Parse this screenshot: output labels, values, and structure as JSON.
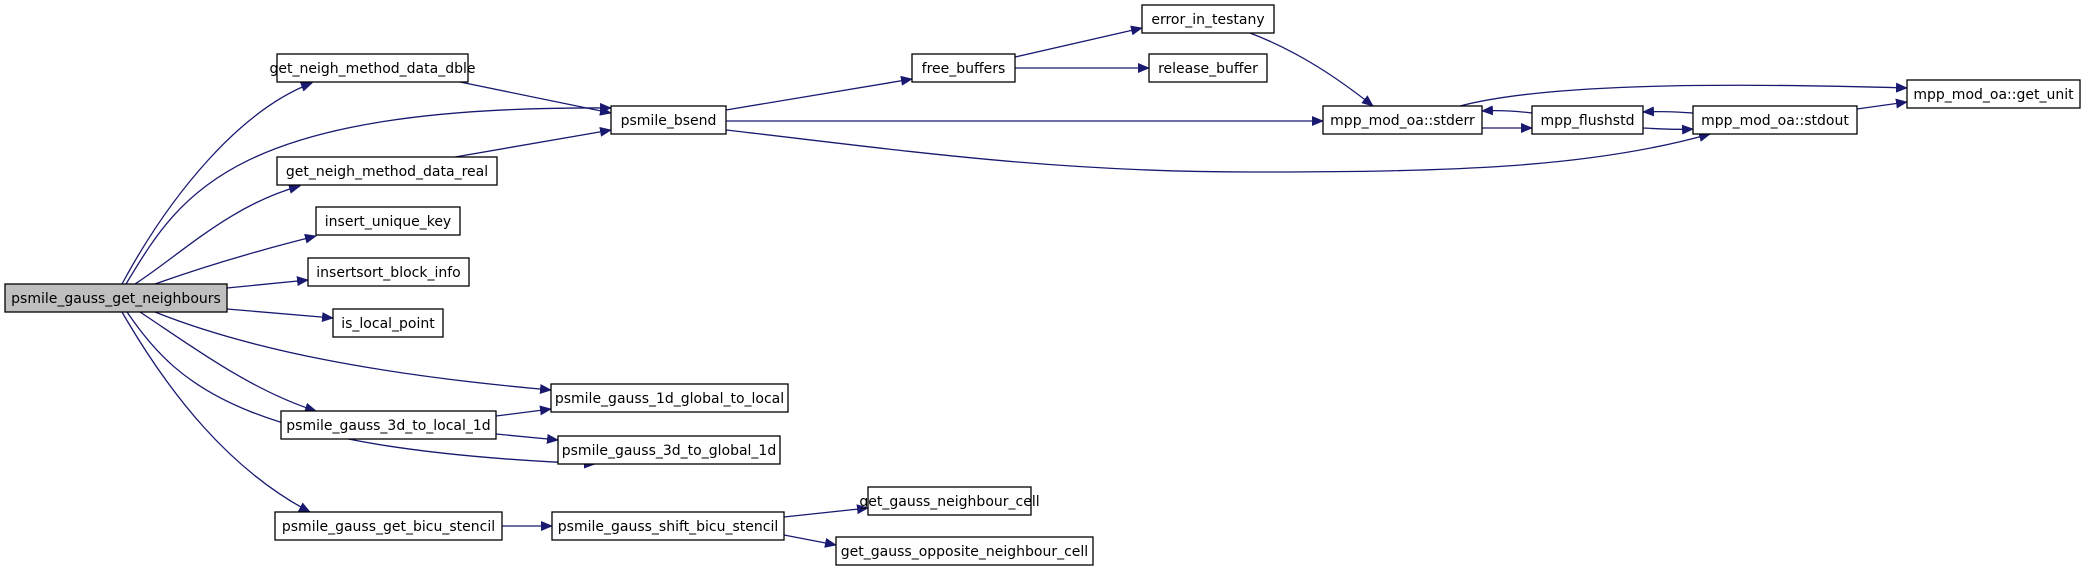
{
  "graph": {
    "title": "",
    "root": "psmile_gauss_get_neighbours",
    "edge_color": "#191970",
    "root_fill": "#bfbfbf",
    "nodes": [
      {
        "id": "n0",
        "label": "psmile_gauss_get_neighbours"
      },
      {
        "id": "n1",
        "label": "get_neigh_method_data_dble"
      },
      {
        "id": "n2",
        "label": "psmile_bsend"
      },
      {
        "id": "n3",
        "label": "get_neigh_method_data_real"
      },
      {
        "id": "n4",
        "label": "insert_unique_key"
      },
      {
        "id": "n5",
        "label": "insertsort_block_info"
      },
      {
        "id": "n6",
        "label": "is_local_point"
      },
      {
        "id": "n7",
        "label": "psmile_gauss_1d_global_to_local"
      },
      {
        "id": "n8",
        "label": "psmile_gauss_3d_to_local_1d"
      },
      {
        "id": "n9",
        "label": "psmile_gauss_3d_to_global_1d"
      },
      {
        "id": "n10",
        "label": "psmile_gauss_get_bicu_stencil"
      },
      {
        "id": "n11",
        "label": "psmile_gauss_shift_bicu_stencil"
      },
      {
        "id": "n12",
        "label": "get_gauss_neighbour_cell"
      },
      {
        "id": "n13",
        "label": "get_gauss_opposite_neighbour_cell"
      },
      {
        "id": "n14",
        "label": "free_buffers"
      },
      {
        "id": "n15",
        "label": "error_in_testany"
      },
      {
        "id": "n16",
        "label": "release_buffer"
      },
      {
        "id": "n17",
        "label": "mpp_mod_oa::stderr"
      },
      {
        "id": "n18",
        "label": "mpp_flushstd"
      },
      {
        "id": "n19",
        "label": "mpp_mod_oa::stdout"
      },
      {
        "id": "n20",
        "label": "mpp_mod_oa::get_unit"
      }
    ],
    "edges": [
      {
        "from": "n0",
        "to": "n1"
      },
      {
        "from": "n0",
        "to": "n2"
      },
      {
        "from": "n0",
        "to": "n3"
      },
      {
        "from": "n0",
        "to": "n4"
      },
      {
        "from": "n0",
        "to": "n5"
      },
      {
        "from": "n0",
        "to": "n6"
      },
      {
        "from": "n0",
        "to": "n7"
      },
      {
        "from": "n0",
        "to": "n8"
      },
      {
        "from": "n0",
        "to": "n9"
      },
      {
        "from": "n0",
        "to": "n10"
      },
      {
        "from": "n1",
        "to": "n2"
      },
      {
        "from": "n3",
        "to": "n2"
      },
      {
        "from": "n2",
        "to": "n14"
      },
      {
        "from": "n2",
        "to": "n17"
      },
      {
        "from": "n2",
        "to": "n19"
      },
      {
        "from": "n14",
        "to": "n15"
      },
      {
        "from": "n14",
        "to": "n16"
      },
      {
        "from": "n15",
        "to": "n17"
      },
      {
        "from": "n17",
        "to": "n18"
      },
      {
        "from": "n17",
        "to": "n20"
      },
      {
        "from": "n18",
        "to": "n17"
      },
      {
        "from": "n18",
        "to": "n19"
      },
      {
        "from": "n19",
        "to": "n18"
      },
      {
        "from": "n19",
        "to": "n20"
      },
      {
        "from": "n8",
        "to": "n7"
      },
      {
        "from": "n8",
        "to": "n9"
      },
      {
        "from": "n10",
        "to": "n11"
      },
      {
        "from": "n11",
        "to": "n12"
      },
      {
        "from": "n11",
        "to": "n13"
      }
    ]
  }
}
